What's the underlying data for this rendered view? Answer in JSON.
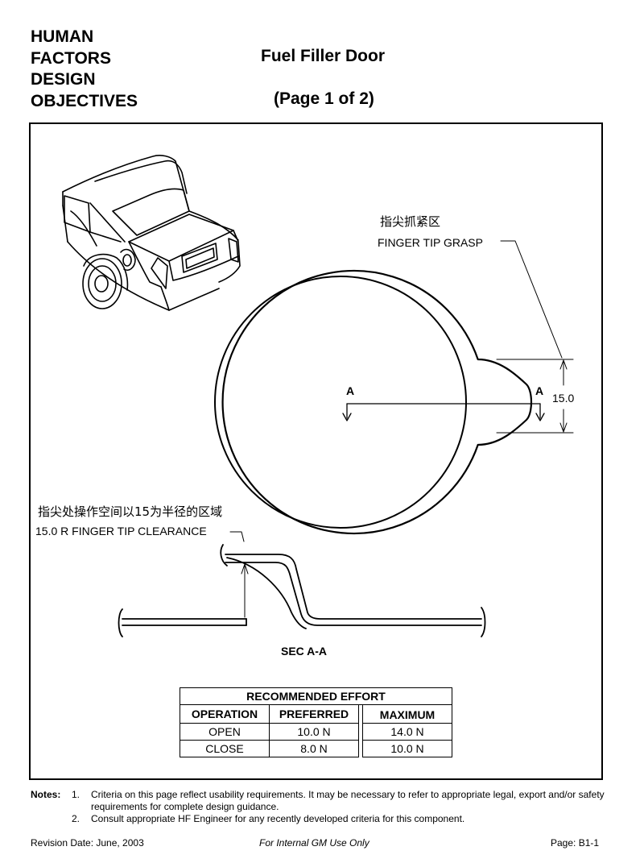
{
  "header": {
    "left_lines": [
      "HUMAN",
      "FACTORS",
      "DESIGN",
      "OBJECTIVES"
    ],
    "title": "Fuel Filler Door",
    "page": "(Page 1 of 2)"
  },
  "diagram": {
    "grasp_cn": "指尖抓紧区",
    "grasp_en": "FINGER TIP GRASP",
    "section_marker": "A",
    "dimension": "15.0",
    "clearance_cn": "指尖处操作空间以15为半径的区域",
    "clearance_en": "15.0 R FINGER TIP CLEARANCE",
    "section_label": "SEC A-A"
  },
  "effort_table": {
    "title": "RECOMMENDED EFFORT",
    "headers": [
      "OPERATION",
      "PREFERRED",
      "MAXIMUM"
    ],
    "rows": [
      {
        "operation": "OPEN",
        "preferred": "10.0 N",
        "maximum": "14.0 N"
      },
      {
        "operation": "CLOSE",
        "preferred": "8.0 N",
        "maximum": "10.0 N"
      }
    ]
  },
  "notes": {
    "label": "Notes:",
    "items": [
      {
        "num": "1.",
        "text": "Criteria on this page reflect usability requirements.  It may be necessary to refer to appropriate legal, export and/or safety requirements for complete design guidance."
      },
      {
        "num": "2.",
        "text": "Consult appropriate HF Engineer for any recently developed criteria for this component."
      }
    ]
  },
  "footer": {
    "revision": "Revision Date:  June, 2003",
    "internal": "For Internal GM Use Only",
    "page": "Page:  B1-1"
  }
}
